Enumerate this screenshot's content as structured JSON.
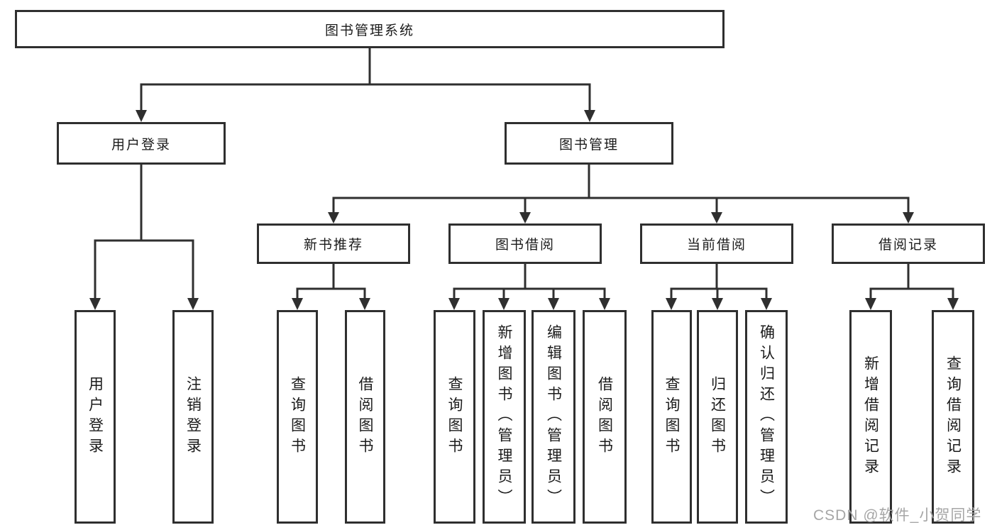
{
  "diagram": {
    "root": {
      "label": "图书管理系统"
    },
    "branches": [
      {
        "label": "用户登录",
        "children": [
          {
            "label": "用户登录"
          },
          {
            "label": "注销登录"
          }
        ]
      },
      {
        "label": "图书管理",
        "groups": [
          {
            "label": "新书推荐",
            "children": [
              {
                "label": "查询图书"
              },
              {
                "label": "借阅图书"
              }
            ]
          },
          {
            "label": "图书借阅",
            "children": [
              {
                "label": "查询图书"
              },
              {
                "label": "新增图书（管理员）"
              },
              {
                "label": "编辑图书（管理员）"
              },
              {
                "label": "借阅图书"
              }
            ]
          },
          {
            "label": "当前借阅",
            "children": [
              {
                "label": "查询图书"
              },
              {
                "label": "归还图书"
              },
              {
                "label": "确认归还（管理员）"
              }
            ]
          },
          {
            "label": "借阅记录",
            "children": [
              {
                "label": "新增借阅记录"
              },
              {
                "label": "查询借阅记录"
              }
            ]
          }
        ]
      }
    ]
  },
  "watermark": {
    "text": "CSDN @软件_小贺同学"
  },
  "colors": {
    "line": "#2f2f2f",
    "text": "#1b1b1b",
    "watermark": "#a6a6a6",
    "bg": "#ffffff"
  }
}
